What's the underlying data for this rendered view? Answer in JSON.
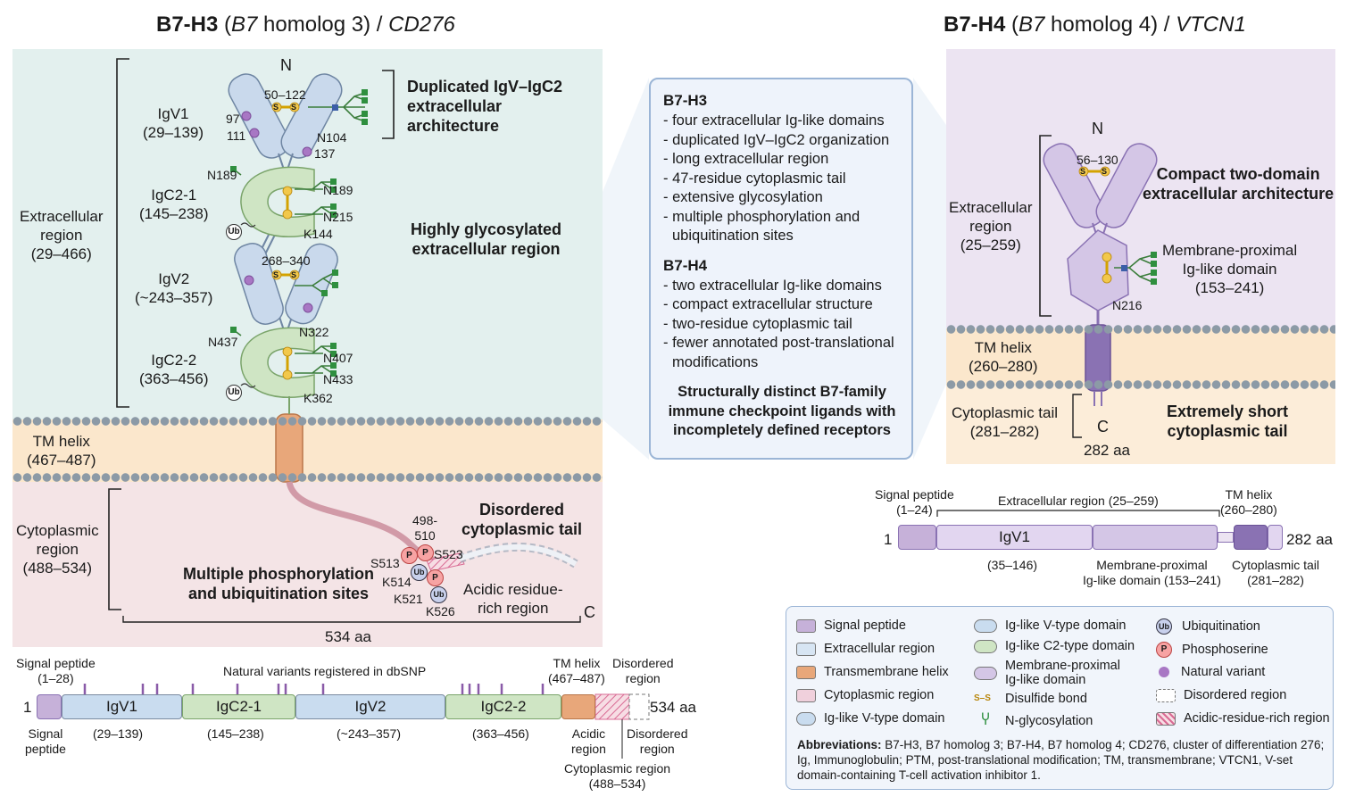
{
  "b7h3": {
    "title_bold": "B7-H3",
    "title_paren": "(",
    "title_italic_b7": "B7",
    "title_rest": " homolog 3) / ",
    "title_gene": "CD276",
    "N": "N",
    "C": "C",
    "disulfide1": "50–122",
    "disulfide2": "268–340",
    "s": "S",
    "igv1": "IgV1",
    "igv1_range": "(29–139)",
    "igc21": "IgC2-1",
    "igc21_range": "(145–238)",
    "igv2": "IgV2",
    "igv2_range": "(~243–357)",
    "igc22": "IgC2-2",
    "igc22_range": "(363–456)",
    "v97": "97",
    "v111": "111",
    "v137": "137",
    "n104": "N104",
    "n189a": "N189",
    "n189b": "N189",
    "n215": "N215",
    "k144": "K144",
    "n322": "N322",
    "n437": "N437",
    "n407": "N407",
    "n433": "N433",
    "k362": "K362",
    "ub": "Ub",
    "p": "P",
    "extracellular": [
      "Extracellular",
      "region",
      "(29–466)"
    ],
    "tm": [
      "TM helix",
      "(467–487)"
    ],
    "cytoplasmic": [
      "Cytoplasmic",
      "region",
      "(488–534)"
    ],
    "dup_label": [
      "Duplicated IgV–IgC2",
      "extracellular",
      "architecture"
    ],
    "glyco_label": [
      "Highly glycosylated",
      "extracellular region"
    ],
    "disordered_label": [
      "Disordered",
      "cytoplasmic tail"
    ],
    "phos_label": [
      "Multiple phosphorylation",
      "and ubiquitination sites"
    ],
    "r498": [
      "498-",
      "510"
    ],
    "s513": "S513",
    "s523": "S523",
    "k514": "K514",
    "k521": "K521",
    "k526": "K526",
    "acidic_label": [
      "Acidic residue-",
      "rich region"
    ],
    "total": "534 aa"
  },
  "b7h3_bar": {
    "signal": [
      "Signal peptide",
      "(1–28)"
    ],
    "signal_below": [
      "Signal",
      "peptide"
    ],
    "snp": "Natural variants registered in dbSNP",
    "tm": [
      "TM helix",
      "(467–487)"
    ],
    "disordered_top": [
      "Disordered",
      "region"
    ],
    "start": "1",
    "end": "534 aa",
    "igv1": "IgV1",
    "igc21": "IgC2-1",
    "igv2": "IgV2",
    "igc22": "IgC2-2",
    "igv1_r": "(29–139)",
    "igc21_r": "(145–238)",
    "igv2_r": "(~243–357)",
    "igc22_r": "(363–456)",
    "acidic": [
      "Acidic",
      "region"
    ],
    "disordered_bot": [
      "Disordered",
      "region"
    ],
    "cyto": [
      "Cytoplasmic region",
      "(488–534)"
    ]
  },
  "info": {
    "h3_head": "B7-H3",
    "h3_items": [
      "four extracellular Ig-like domains",
      "duplicated IgV–IgC2 organization",
      "long extracellular region",
      "47-residue cytoplasmic tail",
      "extensive glycosylation",
      "multiple phosphorylation and ubiquitination sites"
    ],
    "h4_head": "B7-H4",
    "h4_items": [
      "two extracellular Ig-like domains",
      "compact extracellular structure",
      "two-residue cytoplasmic tail",
      "fewer annotated post-translational modifications"
    ],
    "conclusion": [
      "Structurally distinct B7-family",
      "immune checkpoint ligands with",
      "incompletely defined receptors"
    ]
  },
  "b7h4": {
    "title_bold": "B7-H4",
    "title_paren": "(",
    "title_italic_b7": "B7",
    "title_rest": " homolog 4) / ",
    "title_gene": "VTCN1",
    "N": "N",
    "C": "C",
    "disulfide": "56–130",
    "s": "S",
    "compact_label": [
      "Compact two-domain",
      "extracellular architecture"
    ],
    "extracellular": [
      "Extracellular",
      "region",
      "(25–259)"
    ],
    "mp_label": [
      "Membrane-proximal",
      "Ig-like domain",
      "(153–241)"
    ],
    "n216": "N216",
    "tm": [
      "TM helix",
      "(260–280)"
    ],
    "cyto": [
      "Cytoplasmic tail",
      "(281–282)"
    ],
    "short_label": [
      "Extremely short",
      "cytoplasmic tail"
    ],
    "total": "282 aa"
  },
  "b7h4_bar": {
    "signal": [
      "Signal peptide",
      "(1–24)"
    ],
    "extracellular": "Extracellular region (25–259)",
    "tm": [
      "TM helix",
      "(260–280)"
    ],
    "start": "1",
    "end": "282 aa",
    "igv1": "IgV1",
    "igv1_r": "(35–146)",
    "mp": [
      "Membrane-proximal",
      "Ig-like domain (153–241)"
    ],
    "cyto": [
      "Cytoplasmic tail",
      "(281–282)"
    ]
  },
  "legend": {
    "items": [
      "Signal peptide",
      "Extracellular region",
      "Transmembrane helix",
      "Cytoplasmic region",
      "Ig-like V-type domain",
      "Ig-like V-type domain",
      "Ig-like C2-type domain",
      "Membrane-proximal",
      "Ig-like domain",
      "Disulfide bond",
      "N-glycosylation",
      "Ubiquitination",
      "Phosphoserine",
      "Natural variant",
      "Disordered region",
      "Acidic-residue-rich region"
    ],
    "abbr_head": "Abbreviations:",
    "abbr_text": "B7-H3, B7 homolog 3; B7-H4, B7 homolog 4; CD276, cluster of differentiation 276; Ig, Immunoglobulin; PTM, post-translational modification; TM, transmembrane; VTCN1, V-set domain-containing T-cell activation inhibitor 1."
  },
  "colors": {
    "h3_extracellular_bg": "#e3f0ee",
    "h3_cytoplasmic_bg": "#f4e4e6",
    "h4_extracellular_bg": "#ece4f2",
    "membrane_bg": "#fbe7cc",
    "igv": "#c9d9ec",
    "igc2": "#cfe5c4",
    "tm_orange": "#e8a77a",
    "h4_domain": "#d4c6e6",
    "h4_tm": "#8a72b3"
  }
}
